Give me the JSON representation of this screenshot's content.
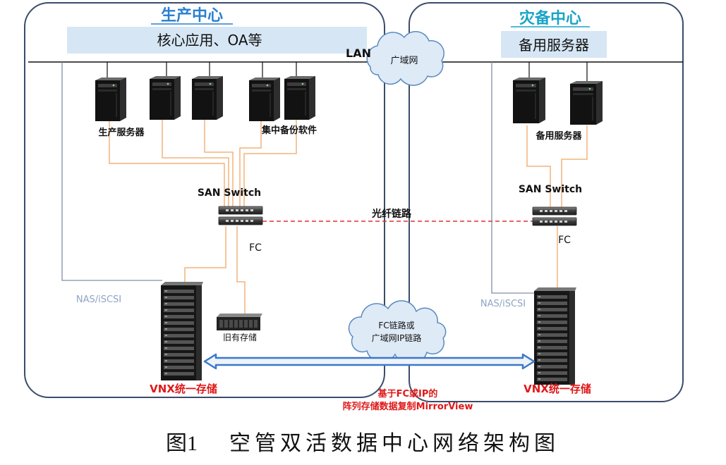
{
  "production_center": {
    "title": "生产中心",
    "apps_bar": "核心应用、OA等",
    "servers_label": "生产服务器",
    "backup_label": "集中备份软件",
    "san_switch": "SAN Switch",
    "fc": "FC",
    "nas": "NAS/iSCSI",
    "legacy_storage": "旧有存储",
    "vnx": "VNX统一存储"
  },
  "dr_center": {
    "title": "灾备中心",
    "standby_box": "备用服务器",
    "servers_label": "备用服务器",
    "san_switch": "SAN Switch",
    "fc": "FC",
    "nas": "NAS/iSCSI",
    "vnx": "VNX统一存储"
  },
  "network": {
    "lan": "LAN",
    "wan_cloud": "广域网",
    "fiber_link": "光纤链路",
    "replication_cloud": [
      "FC链路或",
      "广域网IP链路"
    ],
    "replication_note": [
      "基于FC或IP的",
      "阵列存储数据复制MirrorView"
    ]
  },
  "caption": {
    "label": "图1",
    "text": "空管双活数据中心网络架构图"
  },
  "colors": {
    "production_title": "#2a7fd0",
    "dr_title": "#1aa3c6",
    "bar_fill": "#d6e6f4",
    "frame": "#3b4c6b",
    "san_cable": "#f2b47c",
    "fiber_link": "#e03030",
    "vnx_label": "#e01818",
    "replication_arrow": "#3c78c8",
    "nas_label": "#8ea4c4"
  }
}
